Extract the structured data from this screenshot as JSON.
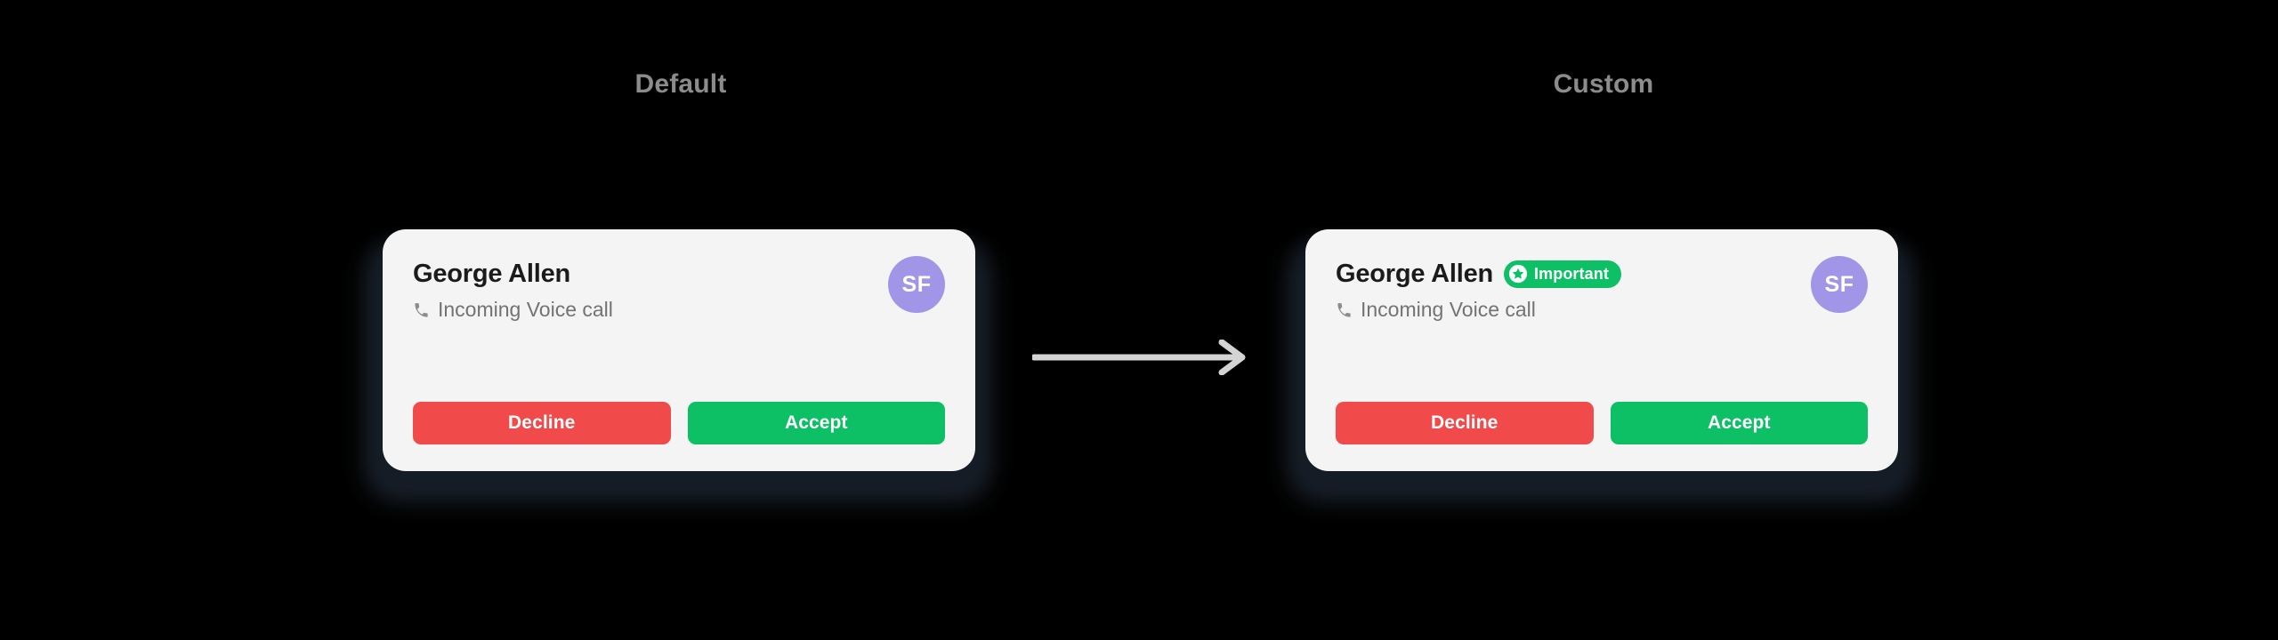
{
  "page": {
    "background_color": "#000000"
  },
  "sections": [
    {
      "heading": "Default",
      "card": {
        "caller_name": "George Allen",
        "call_status": "Incoming Voice call",
        "phone_icon": "phone-icon",
        "avatar": {
          "initials": "SF",
          "color": "#a195e8"
        },
        "badge": null,
        "buttons": {
          "decline_label": "Decline",
          "decline_color": "#f04a4a",
          "accept_label": "Accept",
          "accept_color": "#0dbf65"
        },
        "card_color": "#f4f4f4"
      }
    },
    {
      "heading": "Custom",
      "card": {
        "caller_name": "George Allen",
        "call_status": "Incoming Voice call",
        "phone_icon": "phone-icon",
        "avatar": {
          "initials": "SF",
          "color": "#a195e8"
        },
        "badge": {
          "label": "Important",
          "icon": "star-badge-icon",
          "color": "#0dbf65"
        },
        "buttons": {
          "decline_label": "Decline",
          "decline_color": "#f04a4a",
          "accept_label": "Accept",
          "accept_color": "#0dbf65"
        },
        "card_color": "#f4f4f4"
      }
    }
  ],
  "transition": {
    "icon": "arrow-right-icon",
    "color": "#d4d4d4"
  }
}
